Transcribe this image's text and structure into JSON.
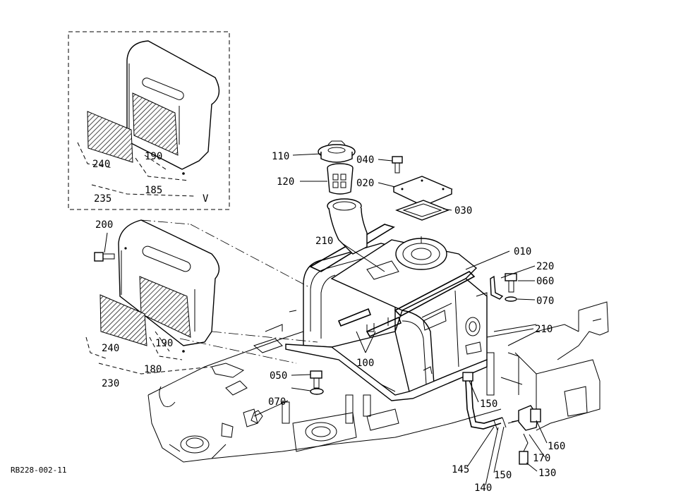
{
  "drawing_code": "RB228-002-11",
  "view_marker": "V",
  "labels": {
    "p110": "110",
    "p120": "120",
    "p040": "040",
    "p020": "020",
    "p030": "030",
    "p210a": "210",
    "p010": "010",
    "p220": "220",
    "p060": "060",
    "p070a": "070",
    "p210b": "210",
    "p100": "100",
    "p050": "050",
    "p070b": "070",
    "p150a": "150",
    "p160": "160",
    "p170": "170",
    "p130": "130",
    "p145": "145",
    "p150b": "150",
    "p140": "140",
    "p200": "200",
    "p240a": "240",
    "p190a": "190",
    "p185": "185",
    "p235": "235",
    "p240b": "240",
    "p190b": "190",
    "p180": "180",
    "p230": "230"
  }
}
